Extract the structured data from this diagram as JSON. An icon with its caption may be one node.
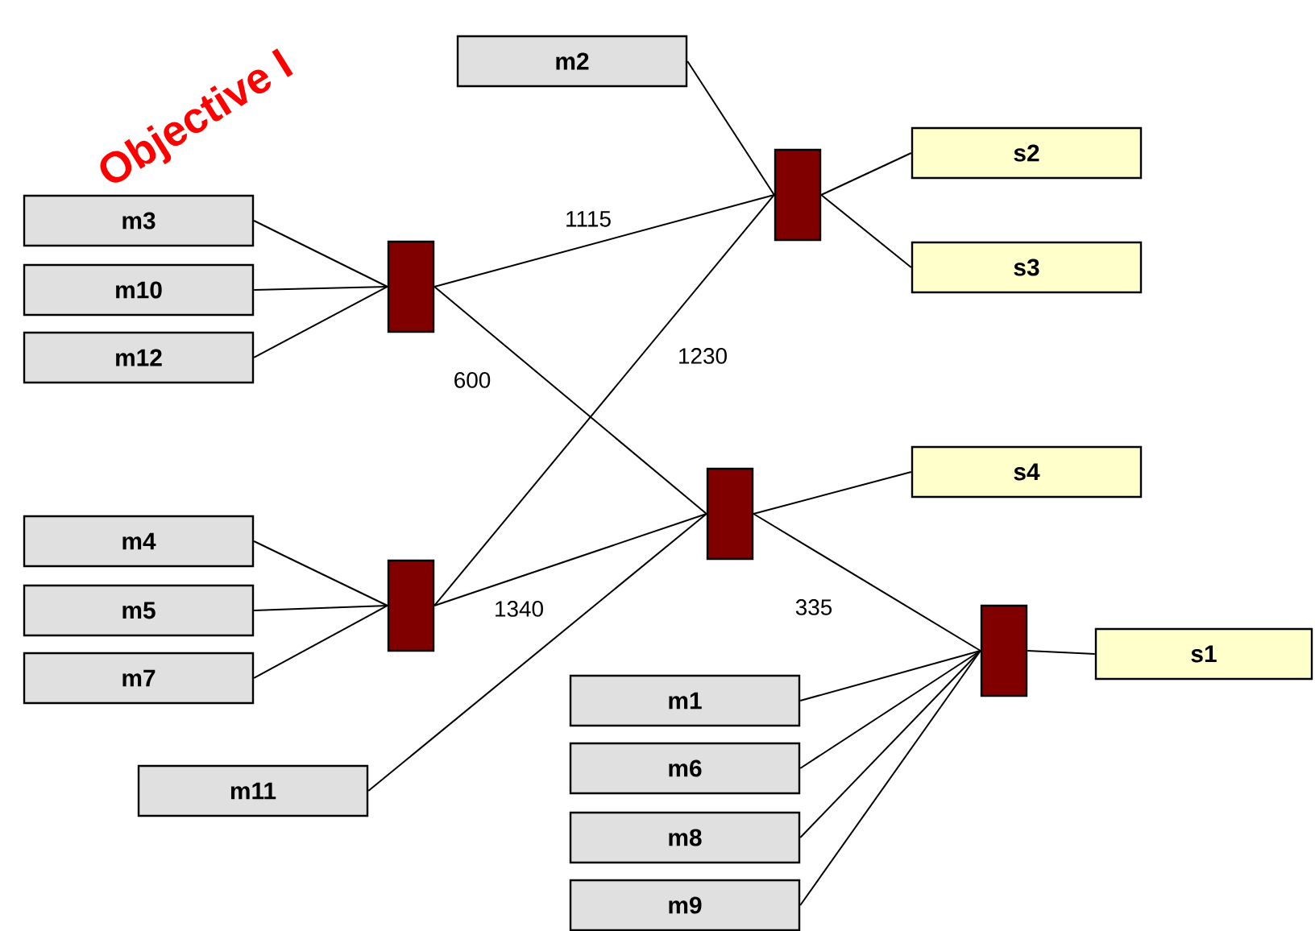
{
  "diagram": {
    "title": "Objective I",
    "nodes": [
      {
        "text": [
          "m2"
        ]
      },
      {
        "text": [
          "m3"
        ]
      },
      {
        "text": [
          "m10"
        ]
      },
      {
        "text": [
          "m12"
        ]
      },
      {
        "text": [],
        "shape": "bar"
      },
      {
        "text": [],
        "shape": "bar"
      },
      {
        "text": [
          "s2"
        ]
      },
      {
        "text": [
          "s3"
        ]
      },
      {
        "text": [],
        "shape": "bar"
      },
      {
        "text": [
          "s4"
        ]
      },
      {
        "text": [
          "m4"
        ]
      },
      {
        "text": [
          "m5"
        ]
      },
      {
        "text": [
          "m7"
        ]
      },
      {
        "text": [],
        "shape": "bar"
      },
      {
        "text": [],
        "shape": "bar"
      },
      {
        "text": [
          "s1"
        ]
      },
      {
        "text": [
          "m1"
        ]
      },
      {
        "text": [
          "m6"
        ]
      },
      {
        "text": [
          "m11"
        ]
      },
      {
        "text": [
          "m8"
        ]
      },
      {
        "text": [
          "m9"
        ]
      }
    ],
    "edges": [
      {
        "from": 1,
        "to": 4,
        "arrow": "none"
      },
      {
        "from": 2,
        "to": 4,
        "arrow": "none"
      },
      {
        "from": 3,
        "to": 4,
        "arrow": "none"
      },
      {
        "from": 4,
        "to": 5,
        "arrow": "none",
        "label": "1115"
      },
      {
        "from": 0,
        "to": 5,
        "arrow": "none"
      },
      {
        "from": 5,
        "to": 6,
        "arrow": "none"
      },
      {
        "from": 5,
        "to": 7,
        "arrow": "none"
      },
      {
        "from": 4,
        "to": 8,
        "arrow": "none",
        "label": "600"
      },
      {
        "from": 13,
        "to": 5,
        "arrow": "none",
        "label": "1230"
      },
      {
        "from": 10,
        "to": 13,
        "arrow": "none"
      },
      {
        "from": 11,
        "to": 13,
        "arrow": "none"
      },
      {
        "from": 12,
        "to": 13,
        "arrow": "none"
      },
      {
        "from": 13,
        "to": 8,
        "arrow": "none",
        "label": "1340"
      },
      {
        "from": 18,
        "to": 8,
        "arrow": "none"
      },
      {
        "from": 8,
        "to": 9,
        "arrow": "none"
      },
      {
        "from": 8,
        "to": 14,
        "arrow": "none",
        "label": "335"
      },
      {
        "from": 14,
        "to": 15,
        "arrow": "none"
      },
      {
        "from": 16,
        "to": 14,
        "arrow": "none"
      },
      {
        "from": 17,
        "to": 14,
        "arrow": "none"
      },
      {
        "from": 19,
        "to": 14,
        "arrow": "none"
      },
      {
        "from": 20,
        "to": 14,
        "arrow": "none"
      }
    ]
  }
}
